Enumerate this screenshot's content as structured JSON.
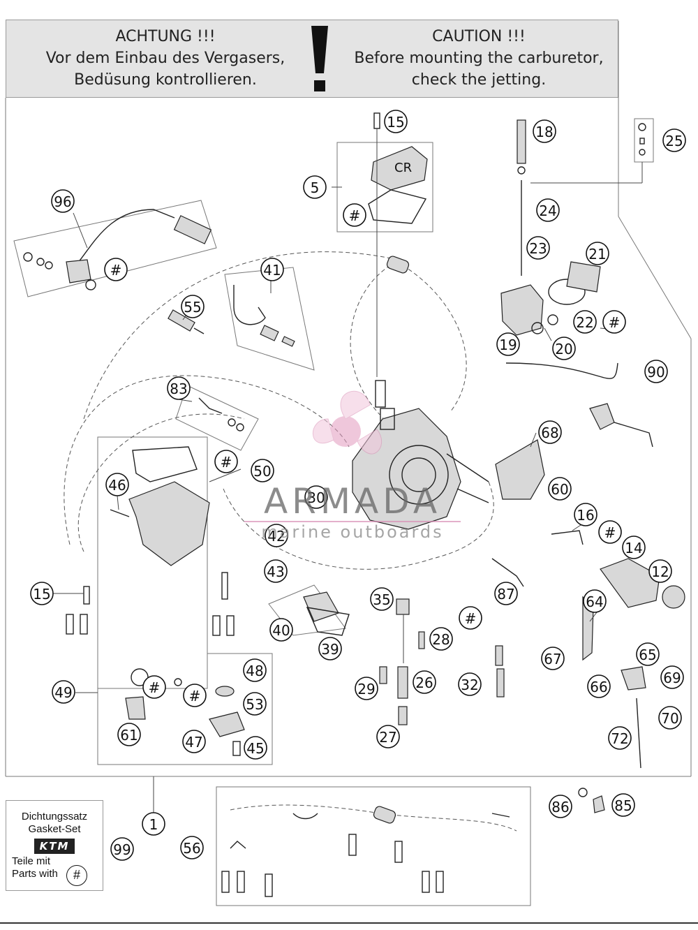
{
  "warning_de": {
    "line1": "ACHTUNG !!!",
    "line2": "Vor dem Einbau des Vergasers,",
    "line3": "Bedüsung kontrollieren."
  },
  "warning_en": {
    "line1": "CAUTION !!!",
    "line2": "Before mounting the carburetor,",
    "line3": "check the jetting."
  },
  "gasket_kit": {
    "line1": "Dichtungssatz",
    "line2": "Gasket-Set",
    "logo": "KTM",
    "line3": "Teile mit",
    "line4": "Parts with",
    "symbol": "#"
  },
  "watermark": {
    "name": "ARMADA",
    "tagline": "marine outboards"
  },
  "top_cover_text": "CR",
  "callouts": [
    "15",
    "18",
    "25",
    "5",
    "#",
    "96",
    "#",
    "24",
    "23",
    "21",
    "41",
    "55",
    "22",
    "#",
    "19",
    "20",
    "90",
    "83",
    "68",
    "#",
    "50",
    "60",
    "46",
    "30",
    "16",
    "#",
    "42",
    "14",
    "43",
    "12",
    "15",
    "87",
    "64",
    "35",
    "#",
    "40",
    "39",
    "28",
    "65",
    "67",
    "49",
    "48",
    "#",
    "#",
    "29",
    "26",
    "32",
    "66",
    "69",
    "53",
    "61",
    "47",
    "45",
    "27",
    "72",
    "70",
    "1",
    "86",
    "85",
    "99",
    "56"
  ]
}
